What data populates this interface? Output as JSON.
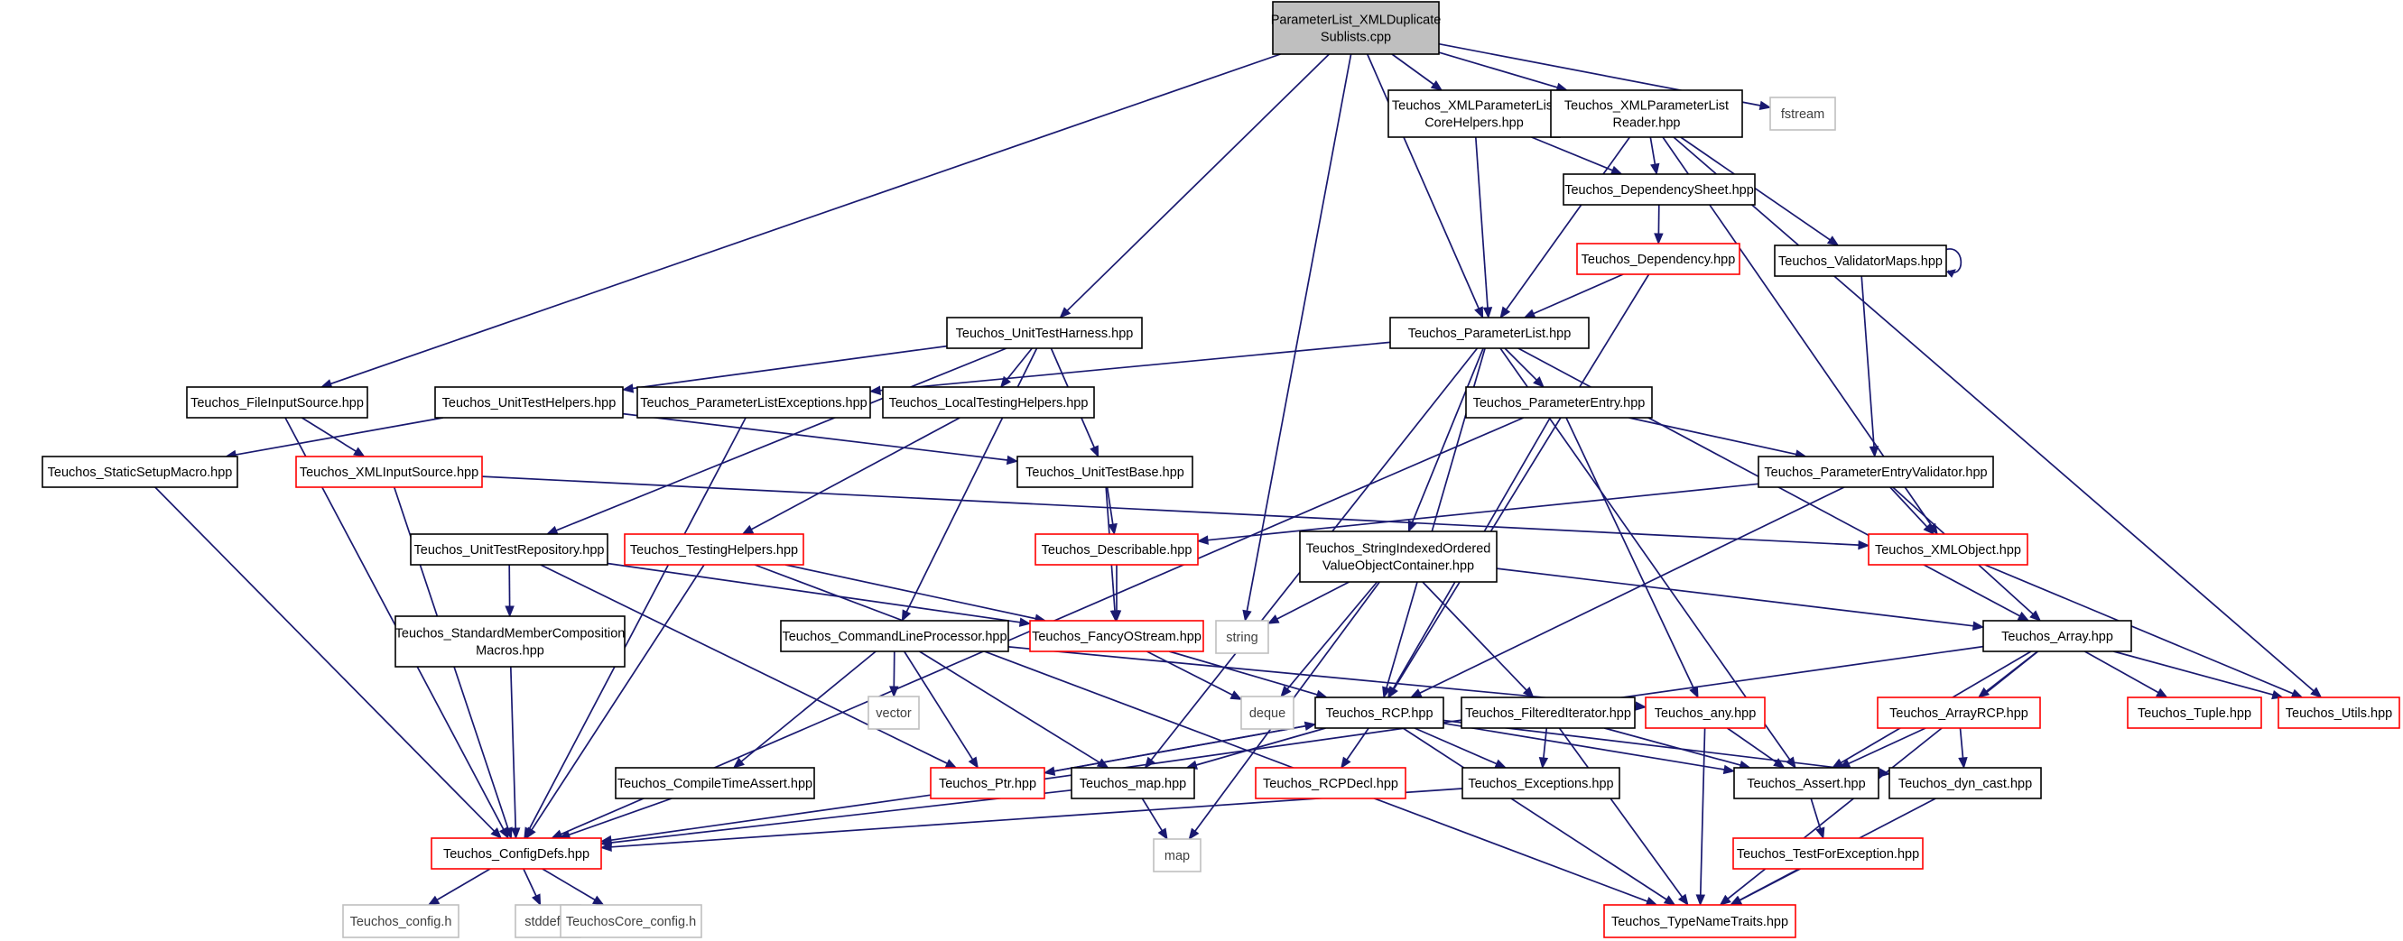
{
  "graph": {
    "nodes": [
      {
        "id": "root",
        "lines": [
          "ParameterList_XMLDuplicate",
          "Sublists.cpp"
        ],
        "style": "root"
      },
      {
        "id": "coreHelpers",
        "lines": [
          "Teuchos_XMLParameterList",
          "CoreHelpers.hpp"
        ],
        "style": "black"
      },
      {
        "id": "reader",
        "lines": [
          "Teuchos_XMLParameterList",
          "Reader.hpp"
        ],
        "style": "black"
      },
      {
        "id": "fstream",
        "lines": [
          "fstream"
        ],
        "style": "gray"
      },
      {
        "id": "depSheet",
        "lines": [
          "Teuchos_DependencySheet.hpp"
        ],
        "style": "black"
      },
      {
        "id": "dependency",
        "lines": [
          "Teuchos_Dependency.hpp"
        ],
        "style": "red"
      },
      {
        "id": "validatorMaps",
        "lines": [
          "Teuchos_ValidatorMaps.hpp"
        ],
        "style": "black"
      },
      {
        "id": "unitTestHarness",
        "lines": [
          "Teuchos_UnitTestHarness.hpp"
        ],
        "style": "black"
      },
      {
        "id": "parameterList",
        "lines": [
          "Teuchos_ParameterList.hpp"
        ],
        "style": "black"
      },
      {
        "id": "fileInputSource",
        "lines": [
          "Teuchos_FileInputSource.hpp"
        ],
        "style": "black"
      },
      {
        "id": "unitTestHelpers",
        "lines": [
          "Teuchos_UnitTestHelpers.hpp"
        ],
        "style": "black"
      },
      {
        "id": "paramListExceptions",
        "lines": [
          "Teuchos_ParameterListExceptions.hpp"
        ],
        "style": "black"
      },
      {
        "id": "localTestingHelpers",
        "lines": [
          "Teuchos_LocalTestingHelpers.hpp"
        ],
        "style": "black"
      },
      {
        "id": "parameterEntry",
        "lines": [
          "Teuchos_ParameterEntry.hpp"
        ],
        "style": "black"
      },
      {
        "id": "staticSetupMacro",
        "lines": [
          "Teuchos_StaticSetupMacro.hpp"
        ],
        "style": "black"
      },
      {
        "id": "xmlInputSource",
        "lines": [
          "Teuchos_XMLInputSource.hpp"
        ],
        "style": "red"
      },
      {
        "id": "unitTestBase",
        "lines": [
          "Teuchos_UnitTestBase.hpp"
        ],
        "style": "black"
      },
      {
        "id": "paramEntryValidator",
        "lines": [
          "Teuchos_ParameterEntryValidator.hpp"
        ],
        "style": "black"
      },
      {
        "id": "unitTestRepository",
        "lines": [
          "Teuchos_UnitTestRepository.hpp"
        ],
        "style": "black"
      },
      {
        "id": "testingHelpers",
        "lines": [
          "Teuchos_TestingHelpers.hpp"
        ],
        "style": "red"
      },
      {
        "id": "describable",
        "lines": [
          "Teuchos_Describable.hpp"
        ],
        "style": "red"
      },
      {
        "id": "stringIndexed",
        "lines": [
          "Teuchos_StringIndexedOrdered",
          "ValueObjectContainer.hpp"
        ],
        "style": "black"
      },
      {
        "id": "xmlObject",
        "lines": [
          "Teuchos_XMLObject.hpp"
        ],
        "style": "red"
      },
      {
        "id": "stdMemberComp",
        "lines": [
          "Teuchos_StandardMemberComposition",
          "Macros.hpp"
        ],
        "style": "black"
      },
      {
        "id": "cmdLineProcessor",
        "lines": [
          "Teuchos_CommandLineProcessor.hpp"
        ],
        "style": "black"
      },
      {
        "id": "fancyOStream",
        "lines": [
          "Teuchos_FancyOStream.hpp"
        ],
        "style": "red"
      },
      {
        "id": "string",
        "lines": [
          "string"
        ],
        "style": "gray"
      },
      {
        "id": "array",
        "lines": [
          "Teuchos_Array.hpp"
        ],
        "style": "black"
      },
      {
        "id": "vector",
        "lines": [
          "vector"
        ],
        "style": "gray"
      },
      {
        "id": "deque",
        "lines": [
          "deque"
        ],
        "style": "gray"
      },
      {
        "id": "rcp",
        "lines": [
          "Teuchos_RCP.hpp"
        ],
        "style": "black"
      },
      {
        "id": "filteredIterator",
        "lines": [
          "Teuchos_FilteredIterator.hpp"
        ],
        "style": "black"
      },
      {
        "id": "any",
        "lines": [
          "Teuchos_any.hpp"
        ],
        "style": "red"
      },
      {
        "id": "arrayRCP",
        "lines": [
          "Teuchos_ArrayRCP.hpp"
        ],
        "style": "red"
      },
      {
        "id": "tuple",
        "lines": [
          "Teuchos_Tuple.hpp"
        ],
        "style": "red"
      },
      {
        "id": "utils",
        "lines": [
          "Teuchos_Utils.hpp"
        ],
        "style": "red"
      },
      {
        "id": "compileTimeAssert",
        "lines": [
          "Teuchos_CompileTimeAssert.hpp"
        ],
        "style": "black"
      },
      {
        "id": "ptr",
        "lines": [
          "Teuchos_Ptr.hpp"
        ],
        "style": "red"
      },
      {
        "id": "map_hpp",
        "lines": [
          "Teuchos_map.hpp"
        ],
        "style": "black"
      },
      {
        "id": "rcpDecl",
        "lines": [
          "Teuchos_RCPDecl.hpp"
        ],
        "style": "red"
      },
      {
        "id": "exceptions",
        "lines": [
          "Teuchos_Exceptions.hpp"
        ],
        "style": "black"
      },
      {
        "id": "assert",
        "lines": [
          "Teuchos_Assert.hpp"
        ],
        "style": "black"
      },
      {
        "id": "dynCast",
        "lines": [
          "Teuchos_dyn_cast.hpp"
        ],
        "style": "black"
      },
      {
        "id": "configDefs",
        "lines": [
          "Teuchos_ConfigDefs.hpp"
        ],
        "style": "red"
      },
      {
        "id": "map",
        "lines": [
          "map"
        ],
        "style": "gray"
      },
      {
        "id": "testForException",
        "lines": [
          "Teuchos_TestForException.hpp"
        ],
        "style": "red"
      },
      {
        "id": "teuchosConfig",
        "lines": [
          "Teuchos_config.h"
        ],
        "style": "gray"
      },
      {
        "id": "stddef",
        "lines": [
          "stddef.h"
        ],
        "style": "gray"
      },
      {
        "id": "teuchosCoreConfig",
        "lines": [
          "TeuchosCore_config.h"
        ],
        "style": "gray"
      },
      {
        "id": "typeNameTraits",
        "lines": [
          "Teuchos_TypeNameTraits.hpp"
        ],
        "style": "red"
      }
    ],
    "edges": [
      [
        "root",
        "coreHelpers"
      ],
      [
        "root",
        "reader"
      ],
      [
        "root",
        "fstream"
      ],
      [
        "root",
        "unitTestHarness"
      ],
      [
        "root",
        "parameterList"
      ],
      [
        "root",
        "fileInputSource"
      ],
      [
        "root",
        "string"
      ],
      [
        "coreHelpers",
        "depSheet"
      ],
      [
        "coreHelpers",
        "parameterList"
      ],
      [
        "reader",
        "depSheet"
      ],
      [
        "reader",
        "validatorMaps"
      ],
      [
        "reader",
        "parameterList"
      ],
      [
        "reader",
        "xmlObject"
      ],
      [
        "reader",
        "utils"
      ],
      [
        "depSheet",
        "dependency"
      ],
      [
        "dependency",
        "parameterList"
      ],
      [
        "dependency",
        "rcp"
      ],
      [
        "validatorMaps",
        "validatorMaps"
      ],
      [
        "validatorMaps",
        "paramEntryValidator"
      ],
      [
        "unitTestHarness",
        "unitTestHelpers"
      ],
      [
        "unitTestHarness",
        "localTestingHelpers"
      ],
      [
        "unitTestHarness",
        "unitTestBase"
      ],
      [
        "unitTestHarness",
        "unitTestRepository"
      ],
      [
        "unitTestHarness",
        "cmdLineProcessor"
      ],
      [
        "parameterList",
        "paramListExceptions"
      ],
      [
        "parameterList",
        "parameterEntry"
      ],
      [
        "parameterList",
        "stringIndexed"
      ],
      [
        "parameterList",
        "rcp"
      ],
      [
        "parameterList",
        "array"
      ],
      [
        "parameterList",
        "assert"
      ],
      [
        "parameterList",
        "map_hpp"
      ],
      [
        "fileInputSource",
        "xmlInputSource"
      ],
      [
        "fileInputSource",
        "configDefs"
      ],
      [
        "unitTestHelpers",
        "unitTestBase"
      ],
      [
        "unitTestHelpers",
        "staticSetupMacro"
      ],
      [
        "paramListExceptions",
        "configDefs"
      ],
      [
        "localTestingHelpers",
        "testingHelpers"
      ],
      [
        "parameterEntry",
        "paramEntryValidator"
      ],
      [
        "parameterEntry",
        "any"
      ],
      [
        "parameterEntry",
        "rcp"
      ],
      [
        "parameterEntry",
        "configDefs"
      ],
      [
        "staticSetupMacro",
        "configDefs"
      ],
      [
        "xmlInputSource",
        "xmlObject"
      ],
      [
        "xmlInputSource",
        "configDefs"
      ],
      [
        "unitTestBase",
        "describable"
      ],
      [
        "unitTestBase",
        "fancyOStream"
      ],
      [
        "paramEntryValidator",
        "xmlObject"
      ],
      [
        "paramEntryValidator",
        "describable"
      ],
      [
        "paramEntryValidator",
        "array"
      ],
      [
        "paramEntryValidator",
        "rcp"
      ],
      [
        "unitTestRepository",
        "stdMemberComp"
      ],
      [
        "unitTestRepository",
        "fancyOStream"
      ],
      [
        "unitTestRepository",
        "ptr"
      ],
      [
        "testingHelpers",
        "fancyOStream"
      ],
      [
        "testingHelpers",
        "configDefs"
      ],
      [
        "testingHelpers",
        "typeNameTraits"
      ],
      [
        "describable",
        "fancyOStream"
      ],
      [
        "stringIndexed",
        "string"
      ],
      [
        "stringIndexed",
        "array"
      ],
      [
        "stringIndexed",
        "filteredIterator"
      ],
      [
        "stringIndexed",
        "deque"
      ],
      [
        "stringIndexed",
        "map"
      ],
      [
        "xmlObject",
        "utils"
      ],
      [
        "stdMemberComp",
        "configDefs"
      ],
      [
        "cmdLineProcessor",
        "vector"
      ],
      [
        "cmdLineProcessor",
        "ptr"
      ],
      [
        "cmdLineProcessor",
        "map_hpp"
      ],
      [
        "cmdLineProcessor",
        "compileTimeAssert"
      ],
      [
        "cmdLineProcessor",
        "any"
      ],
      [
        "fancyOStream",
        "deque"
      ],
      [
        "fancyOStream",
        "rcp"
      ],
      [
        "array",
        "arrayRCP"
      ],
      [
        "array",
        "tuple"
      ],
      [
        "array",
        "utils"
      ],
      [
        "array",
        "assert"
      ],
      [
        "array",
        "typeNameTraits"
      ],
      [
        "array",
        "configDefs"
      ],
      [
        "rcp",
        "ptr"
      ],
      [
        "rcp",
        "rcpDecl"
      ],
      [
        "rcp",
        "exceptions"
      ],
      [
        "rcp",
        "assert"
      ],
      [
        "rcp",
        "dynCast"
      ],
      [
        "rcp",
        "map_hpp"
      ],
      [
        "rcp",
        "typeNameTraits"
      ],
      [
        "filteredIterator",
        "exceptions"
      ],
      [
        "filteredIterator",
        "assert"
      ],
      [
        "filteredIterator",
        "typeNameTraits"
      ],
      [
        "any",
        "assert"
      ],
      [
        "any",
        "typeNameTraits"
      ],
      [
        "arrayRCP",
        "assert"
      ],
      [
        "arrayRCP",
        "dynCast"
      ],
      [
        "compileTimeAssert",
        "configDefs"
      ],
      [
        "ptr",
        "rcp"
      ],
      [
        "map_hpp",
        "configDefs"
      ],
      [
        "map_hpp",
        "map"
      ],
      [
        "exceptions",
        "configDefs"
      ],
      [
        "assert",
        "testForException"
      ],
      [
        "dynCast",
        "typeNameTraits"
      ],
      [
        "configDefs",
        "teuchosConfig"
      ],
      [
        "configDefs",
        "stddef"
      ],
      [
        "configDefs",
        "teuchosCoreConfig"
      ],
      [
        "testForException",
        "typeNameTraits"
      ]
    ]
  }
}
